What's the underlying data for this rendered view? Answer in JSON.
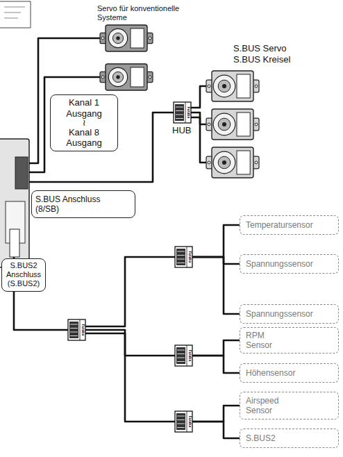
{
  "diagram": {
    "nodes": [
      {
        "text": [
          "Kanal 1 Ausgang",
          "≀",
          "Kanal 8 Ausgang"
        ]
      },
      {
        "text": [
          "S.BUS Anschluss (8/SB)"
        ]
      },
      {
        "text": [
          "S.BUS2 Anschluss (S.BUS2)"
        ]
      },
      {
        "text": [
          "Temperatursensor"
        ]
      },
      {
        "text": [
          "Spannungssensor"
        ]
      },
      {
        "text": [
          "Spannungssensor"
        ]
      },
      {
        "text": [
          "RPM Sensor"
        ]
      },
      {
        "text": [
          "Höhensensor"
        ]
      },
      {
        "text": [
          "Airspeed Sensor"
        ]
      },
      {
        "text": [
          "S.BUS2"
        ]
      }
    ],
    "labels": [
      "Servo für konventionelle Systeme",
      "S.BUS Servo S.BUS Kreisel",
      "HUB",
      "Futaba",
      "Futaba",
      "Futaba",
      "Futaba",
      "Futaba"
    ]
  }
}
